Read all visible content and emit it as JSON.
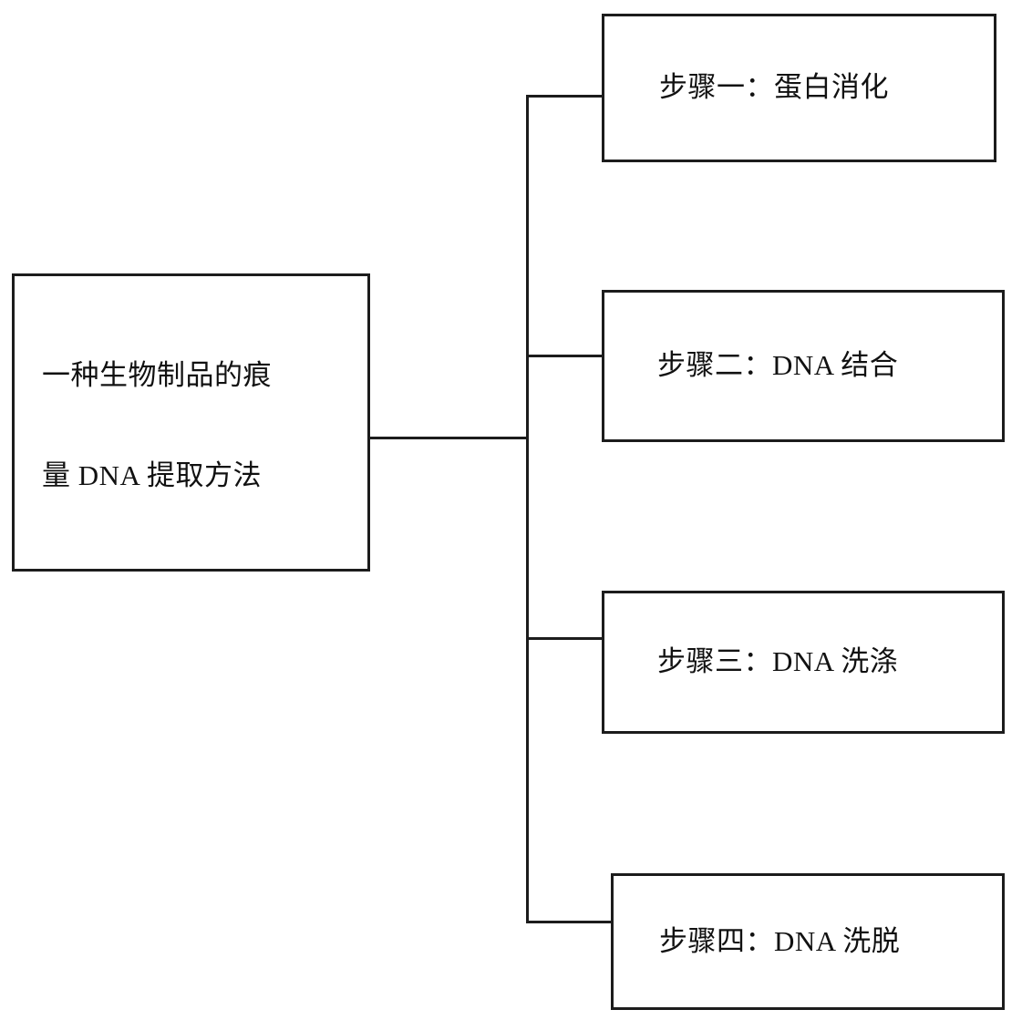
{
  "diagram": {
    "type": "horizontal-tree",
    "orientation": "left-root-right-children",
    "background_color": "#ffffff",
    "line_color": "#1c1c1c",
    "text_color": "#111111",
    "root": {
      "id": "root",
      "line1": "一种生物制品的痕",
      "line2": "量 DNA 提取方法",
      "full_text": "一种生物制品的痕量 DNA 提取方法"
    },
    "steps": [
      {
        "id": "step-1",
        "label": "步骤一：蛋白消化"
      },
      {
        "id": "step-2",
        "label": "步骤二：DNA 结合"
      },
      {
        "id": "step-3",
        "label": "步骤三：DNA 洗涤"
      },
      {
        "id": "step-4",
        "label": "步骤四：DNA 洗脱"
      }
    ]
  }
}
